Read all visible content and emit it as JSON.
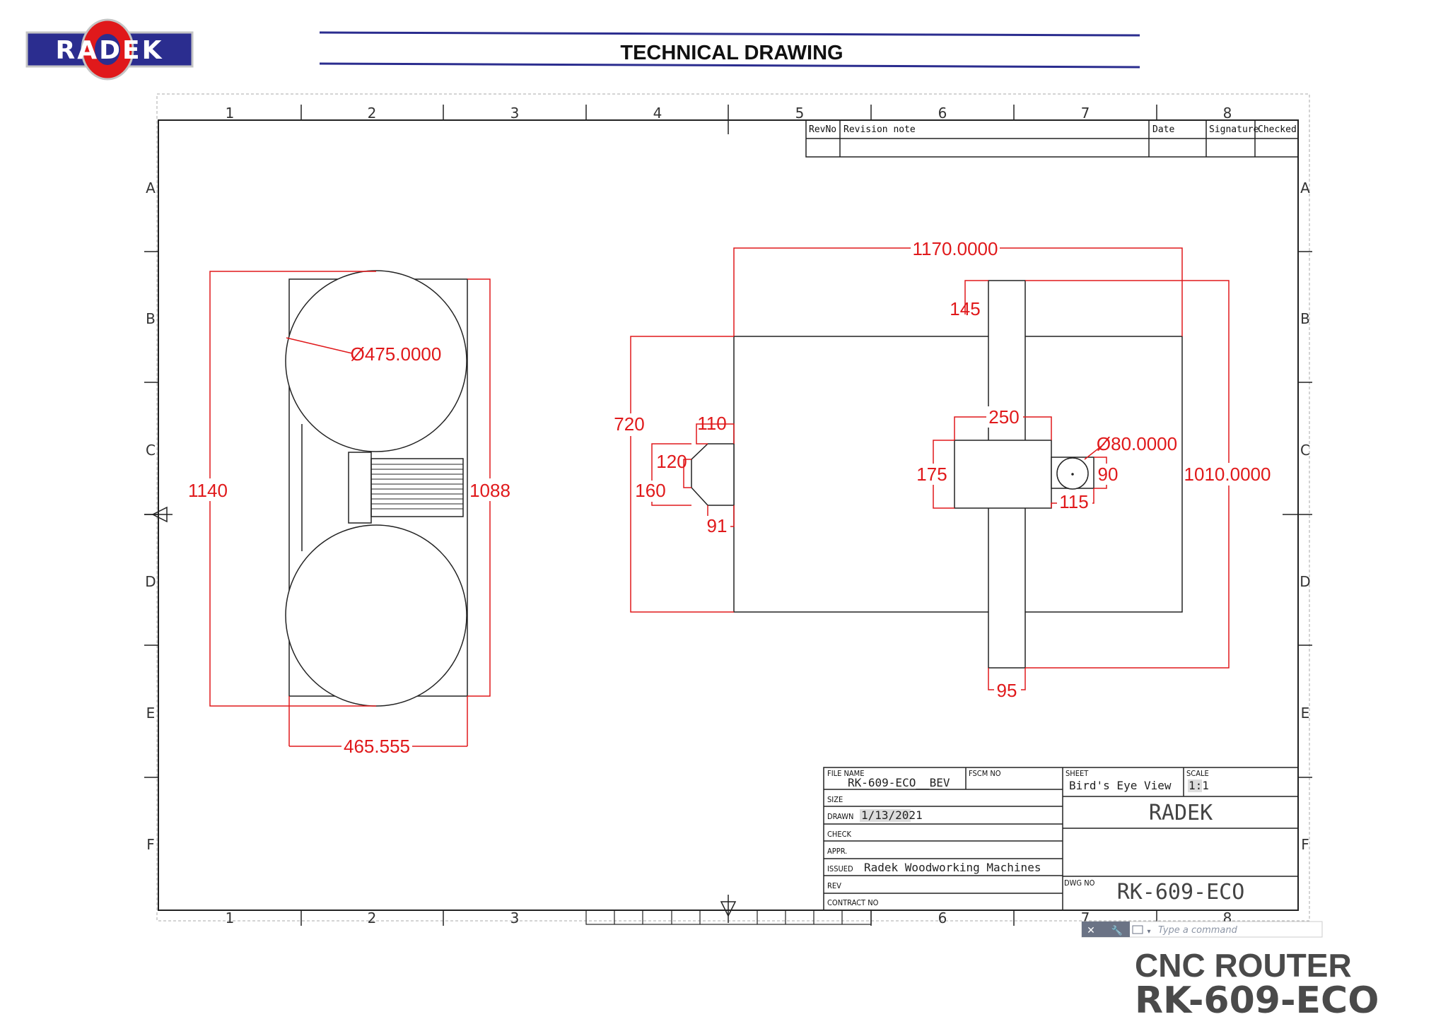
{
  "logo": {
    "text": "RADEK"
  },
  "header": {
    "title": "TECHNICAL DRAWING"
  },
  "ruler": {
    "columns": [
      "1",
      "2",
      "3",
      "4",
      "5",
      "6",
      "7",
      "8"
    ],
    "rows": [
      "A",
      "B",
      "C",
      "D",
      "E",
      "F"
    ]
  },
  "revision_block": {
    "rev_no": "RevNo",
    "revision_note": "Revision note",
    "date": "Date",
    "signature": "Signature",
    "checked": "Checked"
  },
  "dimensions": {
    "left_height_outer": "1140",
    "left_height_inner": "1088",
    "left_diameter": "Ø475.0000",
    "left_width": "465.555",
    "top_width": "1170.0000",
    "right_height": "1010.0000",
    "gantry_offset": "145",
    "left_height": "720",
    "tab_110": "110",
    "tab_120": "120",
    "tab_160": "160",
    "tab_91": "91",
    "block_250": "250",
    "block_175": "175",
    "spindle_dia": "Ø80.0000",
    "spindle_90": "90",
    "spindle_115": "115",
    "gantry_95": "95"
  },
  "title_block": {
    "file_name_label": "FILE NAME",
    "file_name_value": "RK-609-ECO__BEV",
    "fscm_label": "FSCM NO",
    "sheet_label": "SHEET",
    "sheet_value": "Bird's Eye View",
    "scale_label": "SCALE",
    "scale_value": "1:1",
    "size_label": "SIZE",
    "drawn_label": "DRAWN",
    "drawn_value": "1/13/2021",
    "check_label": "CHECK",
    "appr_label": "APPR.",
    "issued_label": "ISSUED",
    "issued_value": "Radek Woodworking Machines",
    "rev_label": "REV",
    "contract_label": "CONTRACT NO",
    "company": "RADEK",
    "dwg_label": "DWG NO",
    "dwg_value": "RK-609-ECO"
  },
  "command_line": {
    "placeholder": "Type a command"
  },
  "product": {
    "line1": "CNC ROUTER",
    "line2": "RK-609-ECO"
  },
  "colors": {
    "brand_blue": "#2b2d8f",
    "brand_red": "#e0191b",
    "dimension_red": "#e0191b"
  }
}
